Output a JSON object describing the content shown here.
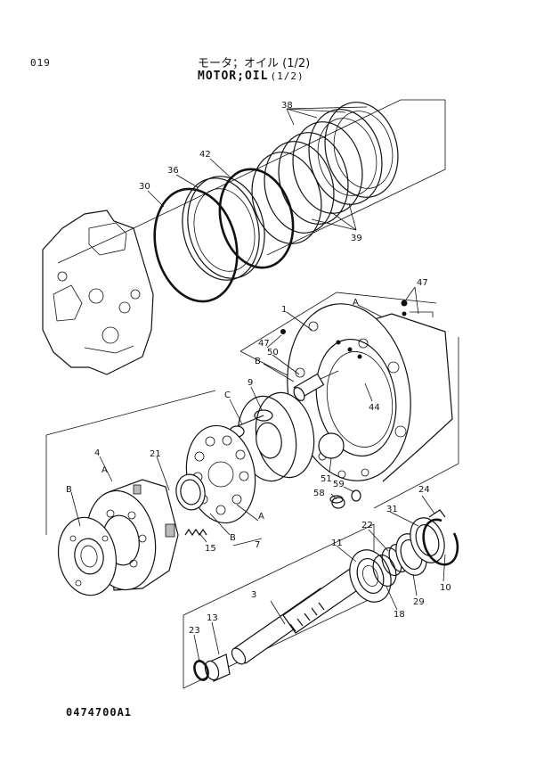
{
  "page_number": "019",
  "title_japanese": "モータ；オイル (1/2)",
  "title_english": "MOTOR;OIL",
  "title_english_suffix": "(1/2)",
  "document_number": "0474700A1",
  "callouts": {
    "c38": "38",
    "c39": "39",
    "c42": "42",
    "c36": "36",
    "c30": "30",
    "c47a": "47",
    "c47b": "47",
    "c1": "1",
    "cA1": "A",
    "cB1": "B",
    "c50": "50",
    "c9": "9",
    "cC": "C",
    "c44": "44",
    "c51": "51",
    "c59": "59",
    "c58": "58",
    "c4": "4",
    "cA2": "A",
    "cB2": "B",
    "c21": "21",
    "cA3": "A",
    "cB3": "B",
    "c7": "7",
    "c15": "15",
    "c24": "24",
    "c31": "31",
    "c22": "22",
    "c11": "11",
    "c10": "10",
    "c29": "29",
    "c18": "18",
    "c3": "3",
    "c13": "13",
    "c23": "23"
  }
}
